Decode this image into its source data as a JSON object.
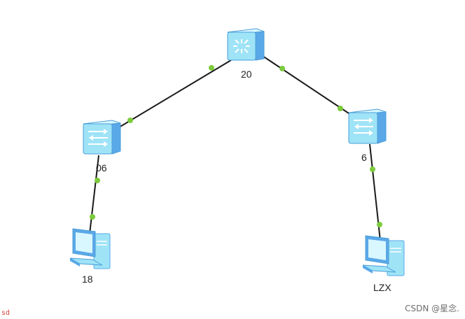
{
  "diagram": {
    "nodes": [
      {
        "id": "core",
        "kind": "core-switch",
        "label": "20"
      },
      {
        "id": "sw-left",
        "kind": "switch",
        "label": "06"
      },
      {
        "id": "sw-right",
        "kind": "switch",
        "label": "6"
      },
      {
        "id": "pc-left",
        "kind": "pc",
        "label": "18"
      },
      {
        "id": "pc-right",
        "kind": "pc",
        "label": "LZX"
      }
    ],
    "links": [
      {
        "from": "core",
        "to": "sw-left"
      },
      {
        "from": "core",
        "to": "sw-right"
      },
      {
        "from": "sw-left",
        "to": "pc-left"
      },
      {
        "from": "sw-right",
        "to": "pc-right"
      }
    ],
    "colors": {
      "link": "#1a1a1a",
      "port_dot": "#7ccb3c",
      "device_top": "#d9f7ff",
      "device_front": "#9fe3f7",
      "device_side": "#5aa8e8",
      "device_edge": "#4a9fd8"
    }
  },
  "corner_text": "sd",
  "watermark": "CSDN @星念."
}
